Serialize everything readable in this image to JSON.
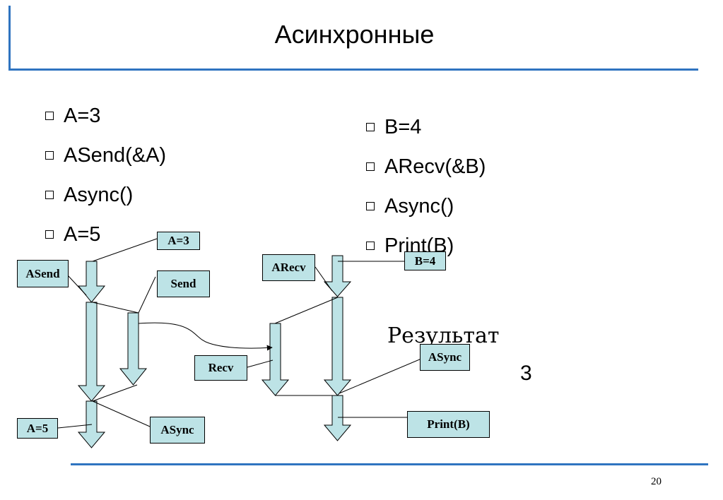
{
  "title": "Асинхронные",
  "left_code": [
    "A=3",
    "ASend(&A)",
    "Async()",
    "A=5"
  ],
  "right_code": [
    "B=4",
    "ARecv(&B)",
    "Async()",
    "Print(B)"
  ],
  "diagram": {
    "labels": {
      "a3": "A=3",
      "asend": "ASend",
      "send": "Send",
      "a5": "A=5",
      "async_left": "ASync",
      "arecv": "ARecv",
      "b4": "B=4",
      "recv": "Recv",
      "async_right": "ASync",
      "printb": "Print(B)"
    }
  },
  "result": {
    "label": "Результат",
    "value": "3"
  },
  "page_number": "20"
}
